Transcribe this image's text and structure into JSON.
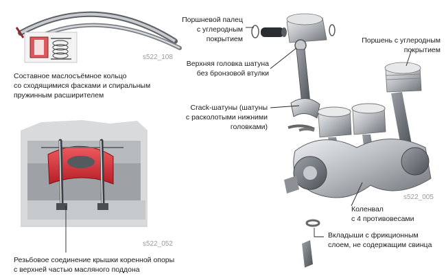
{
  "labels": {
    "oil_ring": "Составное маслосъёмное кольцо\nсо сходящимися фасками и спиральным\nпружинным расширителем",
    "piston_pin": "Поршневой палец\nс углеродным\nпокрытием",
    "rod_small_end": "Верхняя головка шатуна\nбез бронзовой втулки",
    "piston": "Поршень с углеродным\nпокрытием",
    "crack_rods": "Crack-шатуны (шатуны\nс расколотыми нижними\nголовками)",
    "crankshaft": "Коленвал\nс 4 противовесами",
    "bearings": "Вкладыши с фрикционным\nслоем, не содержащим свинца",
    "bolted_joint": "Резьбовое соединение крышки коренной опоры\nс верхней частью масляного поддона"
  },
  "codes": {
    "ring_code": "s522_108",
    "block_code": "s522_052",
    "crank_code": "s522_005"
  },
  "colors": {
    "leader": "#222222",
    "metal": "#b9bcc0",
    "metal_dark": "#6f7378",
    "highlight": "#d8323a"
  }
}
